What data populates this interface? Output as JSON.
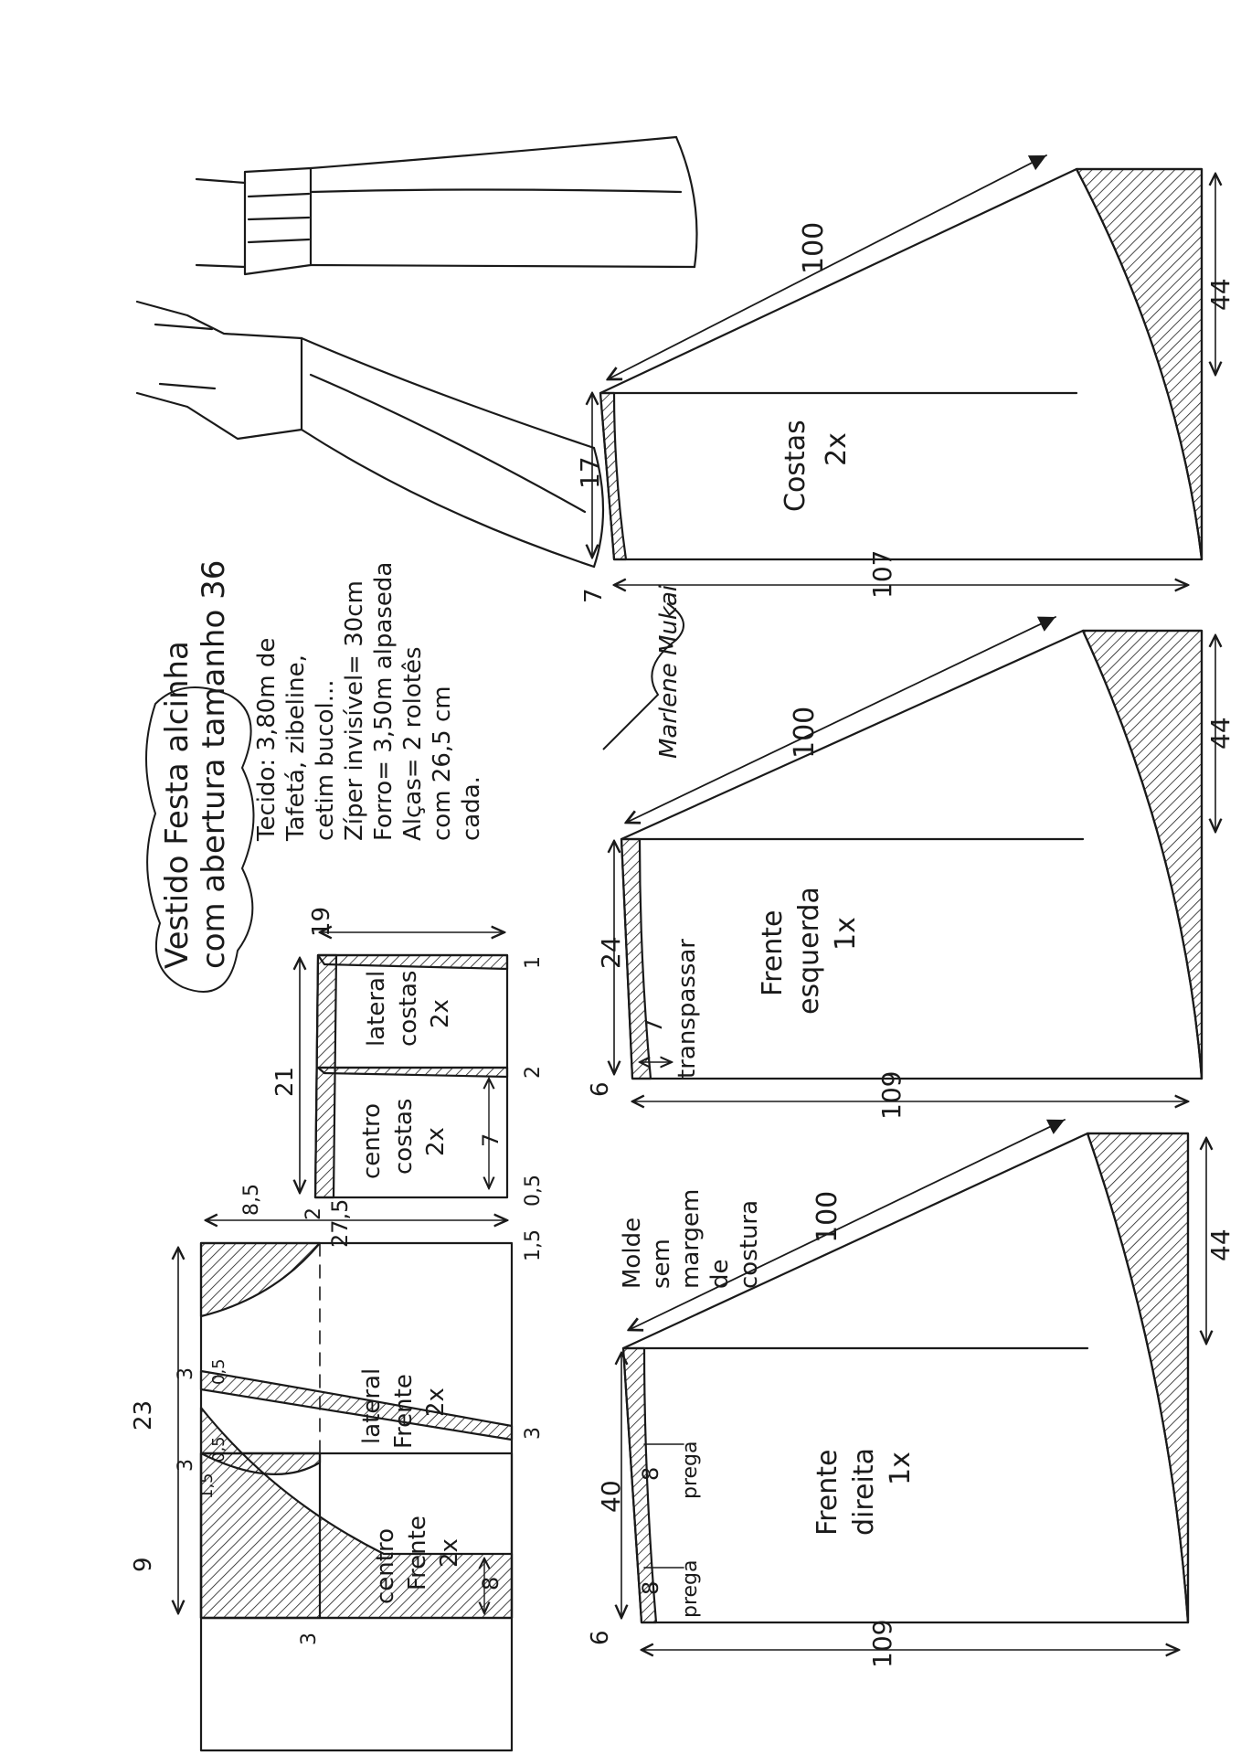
{
  "title": {
    "line1": "Vestido Festa alcinha",
    "line2": "com abertura tamanho 36"
  },
  "materials": [
    "Tecido: 3,80m de",
    "Tafetá, zibeline,",
    "cetim bucol...",
    "Zíper invisível= 30cm",
    "Forro= 3,50m alpaseda",
    "Alças= 2 rolotês",
    "com 26,5 cm",
    "cada."
  ],
  "note": [
    "Molde",
    "sem",
    "margem",
    "de",
    "costura"
  ],
  "signature": "Marlene Mukai",
  "pieces": {
    "costas": {
      "name": [
        "Costas",
        "2x"
      ],
      "dims": {
        "diag": "100",
        "side": "44",
        "bottom": "107",
        "height": "17",
        "drop": "7"
      }
    },
    "frente_esquerda": {
      "name": [
        "Frente",
        "esquerda",
        "1x"
      ],
      "dims": {
        "diag": "100",
        "side": "44",
        "bottom": "109",
        "height": "24",
        "drop": "6",
        "overlap": "7"
      },
      "label": "transpassar"
    },
    "frente_direita": {
      "name": [
        "Frente",
        "direita",
        "1x"
      ],
      "dims": {
        "diag": "100",
        "side": "44",
        "bottom": "109",
        "height": "40",
        "drop": "6",
        "fold1": "8",
        "fold2": "8"
      },
      "pleat": "prega"
    },
    "bodice_costas": {
      "lateral": [
        "lateral",
        "costas",
        "2x"
      ],
      "centro": [
        "centro",
        "costas",
        "2x"
      ],
      "dims": {
        "top": "19",
        "width": "21",
        "m1": "1",
        "m2": "2",
        "m3": "0,5",
        "m4": "2",
        "inner": "7"
      }
    },
    "bodice_frente": {
      "lateral": [
        "lateral",
        "Frente",
        "2x"
      ],
      "centro": [
        "centro",
        "Frente",
        "2x"
      ],
      "dims": {
        "width": "27,5",
        "top": "8,5",
        "m1": "1,5",
        "m2": "3",
        "m3": "3",
        "m4": "3",
        "height": "23",
        "left": "9",
        "inner": "8",
        "d1": "0,5",
        "d2": "0,5",
        "d3": "1,5",
        "d4": "3"
      }
    }
  },
  "colors": {
    "ink": "#1a1a1a",
    "paper": "#ffffff"
  }
}
